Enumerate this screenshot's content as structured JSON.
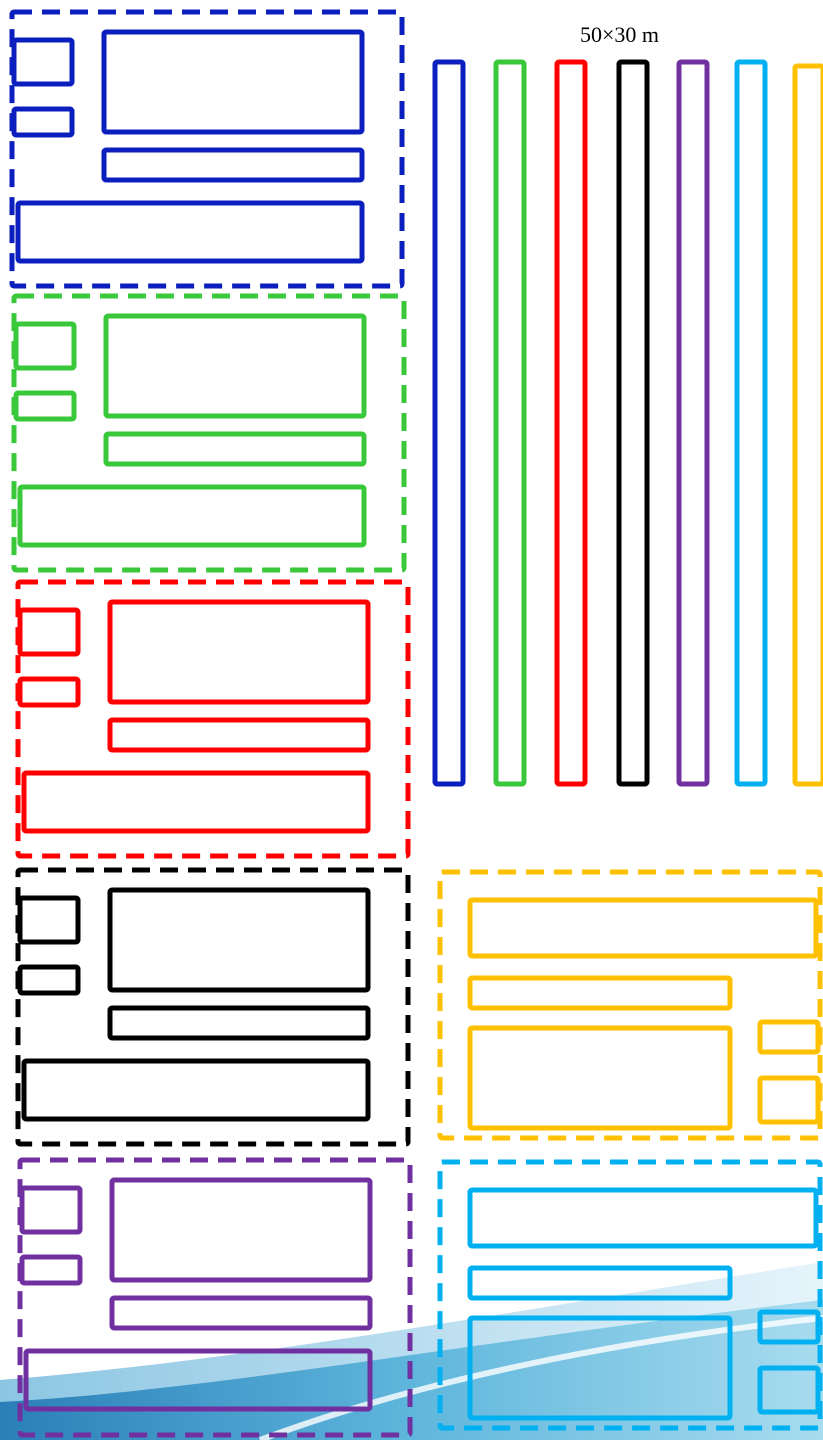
{
  "scale_label": "50×30 m",
  "colors": {
    "blue": "#0a1fbe",
    "green": "#39c83a",
    "red": "#ff0000",
    "black": "#000000",
    "purple": "#7030a0",
    "cyan": "#00b0f0",
    "yellow": "#ffc000"
  },
  "strip_order": [
    "blue",
    "green",
    "red",
    "black",
    "purple",
    "cyan",
    "yellow"
  ],
  "left_layout_groups": [
    "blue",
    "green",
    "red",
    "black",
    "purple"
  ],
  "right_layout_groups": [
    "yellow",
    "cyan"
  ],
  "wave_colors": [
    "#2e86c1",
    "#85c1e9",
    "#d6eaf8"
  ]
}
